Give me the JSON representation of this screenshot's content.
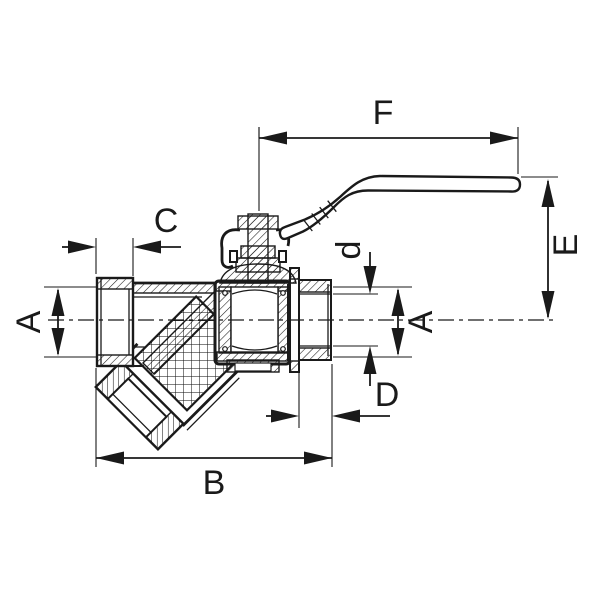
{
  "drawing": {
    "background": "#ffffff",
    "line_color": "#1a1a1a",
    "labels": {
      "A_left": "A",
      "A_right": "A",
      "B": "B",
      "C": "C",
      "D": "D",
      "E": "E",
      "F": "F",
      "d": "d"
    }
  }
}
